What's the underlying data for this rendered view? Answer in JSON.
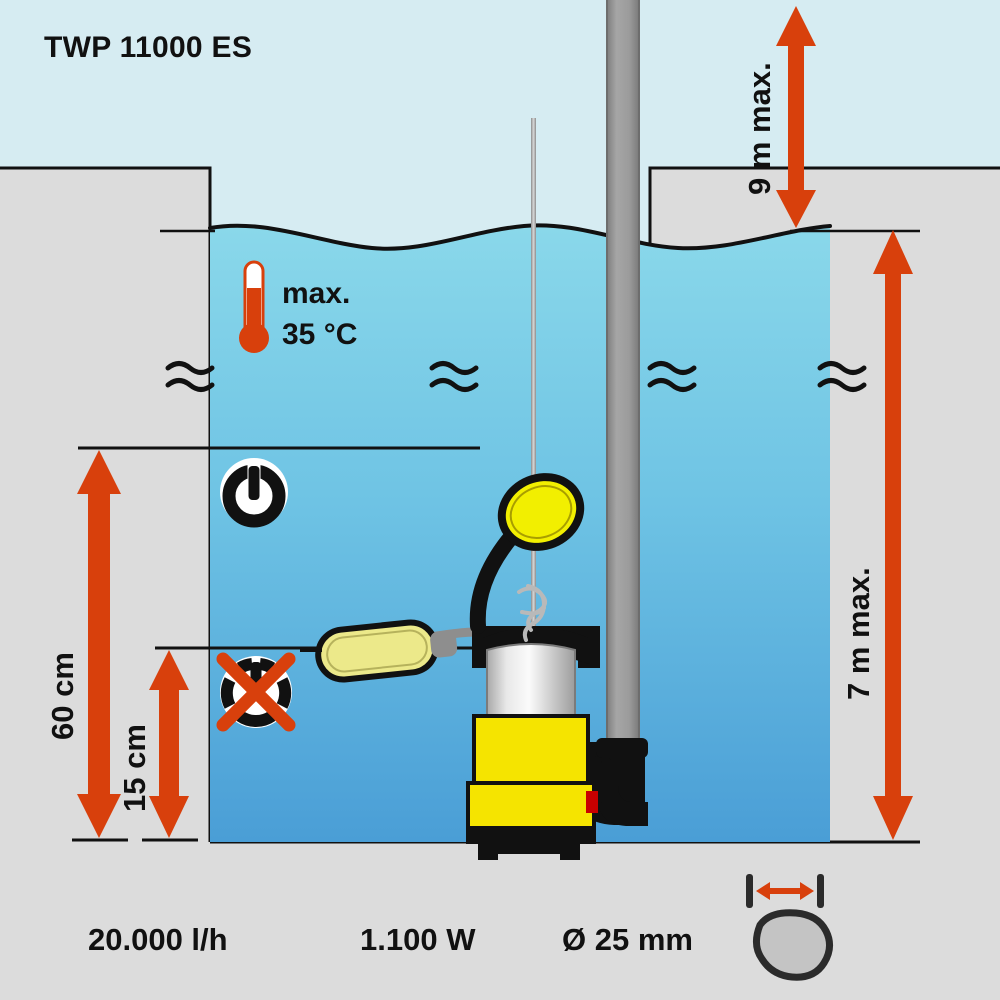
{
  "header": {
    "title": "TWP 11000 ES"
  },
  "annotations": {
    "temperature": {
      "line1": "max.",
      "line2": "35 °C",
      "icon": "thermometer-icon"
    },
    "head_height": {
      "label": "9 m max.",
      "icon": "double-arrow-vertical-icon"
    },
    "submersion_depth": {
      "label": "7 m max.",
      "icon": "double-arrow-vertical-icon"
    },
    "switch_on_level": {
      "label": "60 cm",
      "icon": "power-on-icon"
    },
    "switch_off_level": {
      "label": "15 cm",
      "icon": "power-off-crossed-icon"
    }
  },
  "specs": [
    {
      "name": "flow-rate",
      "value": "20.000 l/h"
    },
    {
      "name": "power",
      "value": "1.100 W"
    },
    {
      "name": "particle-size",
      "value": "Ø 25 mm"
    }
  ],
  "scene": {
    "water_label": "water",
    "wave_glyph": "≈",
    "wave_count": 4,
    "pump_name": "submersible-dirty-water-pump",
    "float_switch_name": "float-switch",
    "hose_name": "discharge-pipe",
    "pebble_name": "pebble-stone"
  },
  "colors": {
    "sky": "#d6ecf2",
    "ground": "#dcdcdc",
    "water_top": "#7fd3e6",
    "water_bottom": "#4a9ed6",
    "accent_red": "#d8400c",
    "pump_yellow": "#f5e400",
    "float_yellow": "#f2ef00",
    "float_pale": "#ece98a",
    "steel": "#c9c9c9",
    "pipe_gray": "#9a9a9a",
    "black": "#111111"
  }
}
